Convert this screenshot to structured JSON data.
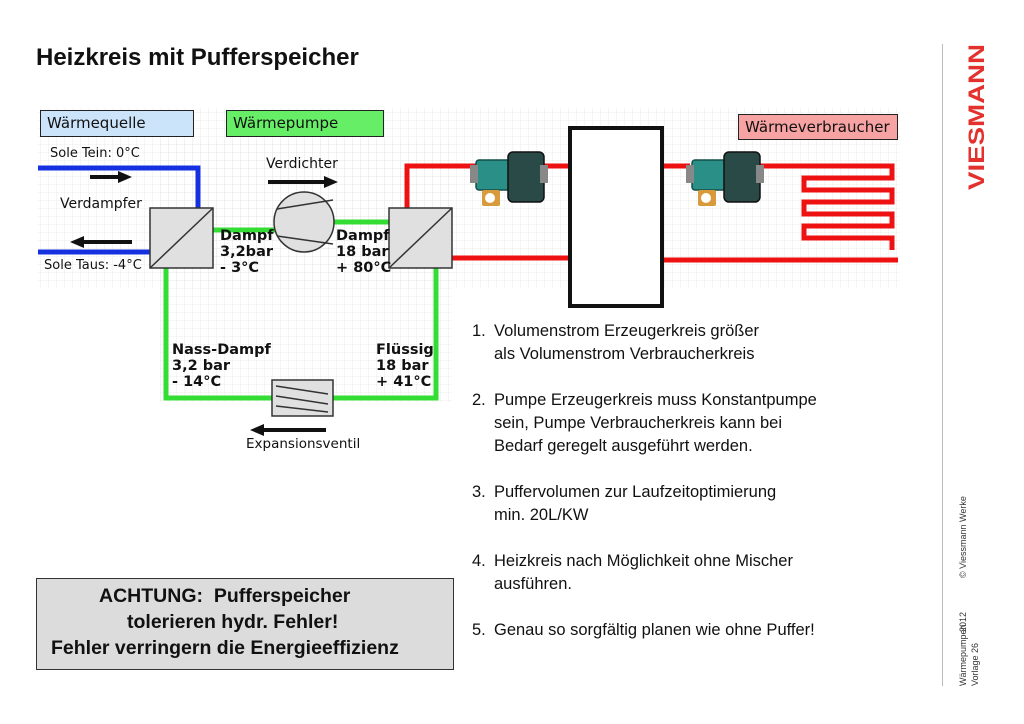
{
  "title": "Heizkreis mit Pufferspeicher",
  "labels": {
    "waermequelle": "Wärmequelle",
    "waermepumpe": "Wärmepumpe",
    "waermeverbraucher": "Wärmeverbraucher",
    "sole_tein": "Sole Tein: 0°C",
    "verdampfer": "Verdampfer",
    "sole_taus": "Sole Taus: -4°C",
    "verdichter": "Verdichter",
    "dampf_low": "Dampf\n3,2bar\n- 3°C",
    "dampf_high": "Dampf\n18 bar\n+ 80°C",
    "nass_dampf": "Nass-Dampf\n3,2 bar\n- 14°C",
    "fluessig": "Flüssig\n18 bar\n+ 41°C",
    "expansionsventil": "Expansionsventil"
  },
  "notes": [
    {
      "num": "1.",
      "lines": [
        "Volumenstrom Erzeugerkreis größer",
        "als Volumenstrom Verbraucherkreis"
      ]
    },
    {
      "num": "2.",
      "lines": [
        "Pumpe Erzeugerkreis muss Konstantpumpe",
        "sein, Pumpe Verbraucherkreis kann bei",
        "Bedarf geregelt ausgeführt werden."
      ]
    },
    {
      "num": "3.",
      "lines": [
        "Puffervolumen zur Laufzeitoptimierung",
        "min. 20L/KW"
      ]
    },
    {
      "num": "4.",
      "lines": [
        "Heizkreis nach Möglichkeit ohne Mischer",
        "ausführen."
      ]
    },
    {
      "num": "5.",
      "lines": [
        "Genau so sorgfältig planen wie ohne Puffer!"
      ]
    }
  ],
  "warning": {
    "line1": "ACHTUNG:  Pufferspeicher",
    "line2": "tolerieren hydr. Fehler!",
    "line3": "Fehler verringern die Energieeffizienz"
  },
  "footer": {
    "copyright": "© Viessmann Werke",
    "year": "2012",
    "topic": "Wärmepumpen",
    "slide": "Vorlage 26"
  },
  "brand": {
    "logo_text": "VIESMANN",
    "color": "#e3312d"
  },
  "colors": {
    "source_blue": "#1530e0",
    "heatpump_green": "#33dd33",
    "consumer_red": "#ee1111",
    "box_blue": "#cce4fa",
    "box_green": "#66ee66",
    "box_red": "#f7a3a3"
  }
}
